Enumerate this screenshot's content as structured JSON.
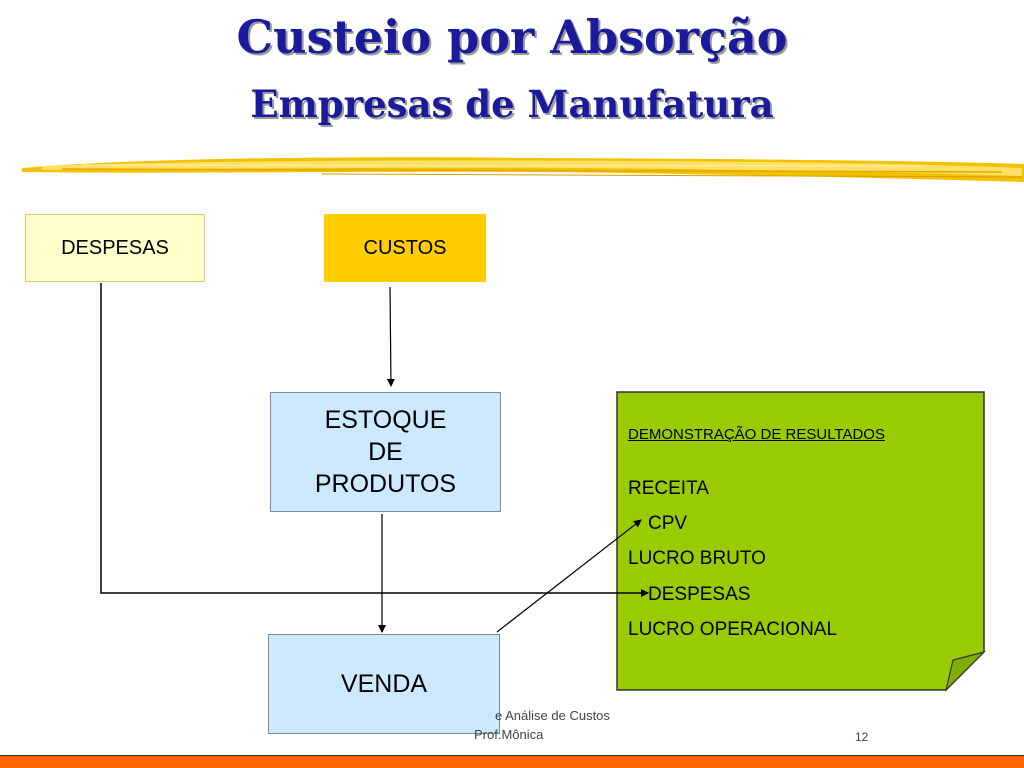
{
  "header": {
    "title_line1": "Custeio por Absorção",
    "title_line2": "Empresas de Manufatura"
  },
  "diagram": {
    "despesas": "DESPESAS",
    "custos": "CUSTOS",
    "estoque": [
      "ESTOQUE",
      "DE",
      "PRODUTOS"
    ],
    "venda": "VENDA"
  },
  "income_statement": {
    "heading": "DEMONSTRAÇÃO DE RESULTADOS",
    "receita": "RECEITA",
    "cpv": "CPV",
    "lucro_bruto": "LUCRO BRUTO",
    "despesas": "DESPESAS",
    "lucro_operacional": "LUCRO OPERACIONAL"
  },
  "footer": {
    "line1": "e Análise de Custos",
    "line2": "Prof.Mônica",
    "slide_number": "12"
  },
  "colors": {
    "title": "#1a1a9c",
    "custos_box": "#ffcc00",
    "despesas_box": "#ffffcc",
    "process_box": "#cce9ff",
    "statement_panel": "#99cc00",
    "bottom_bar": "#ff6600"
  }
}
